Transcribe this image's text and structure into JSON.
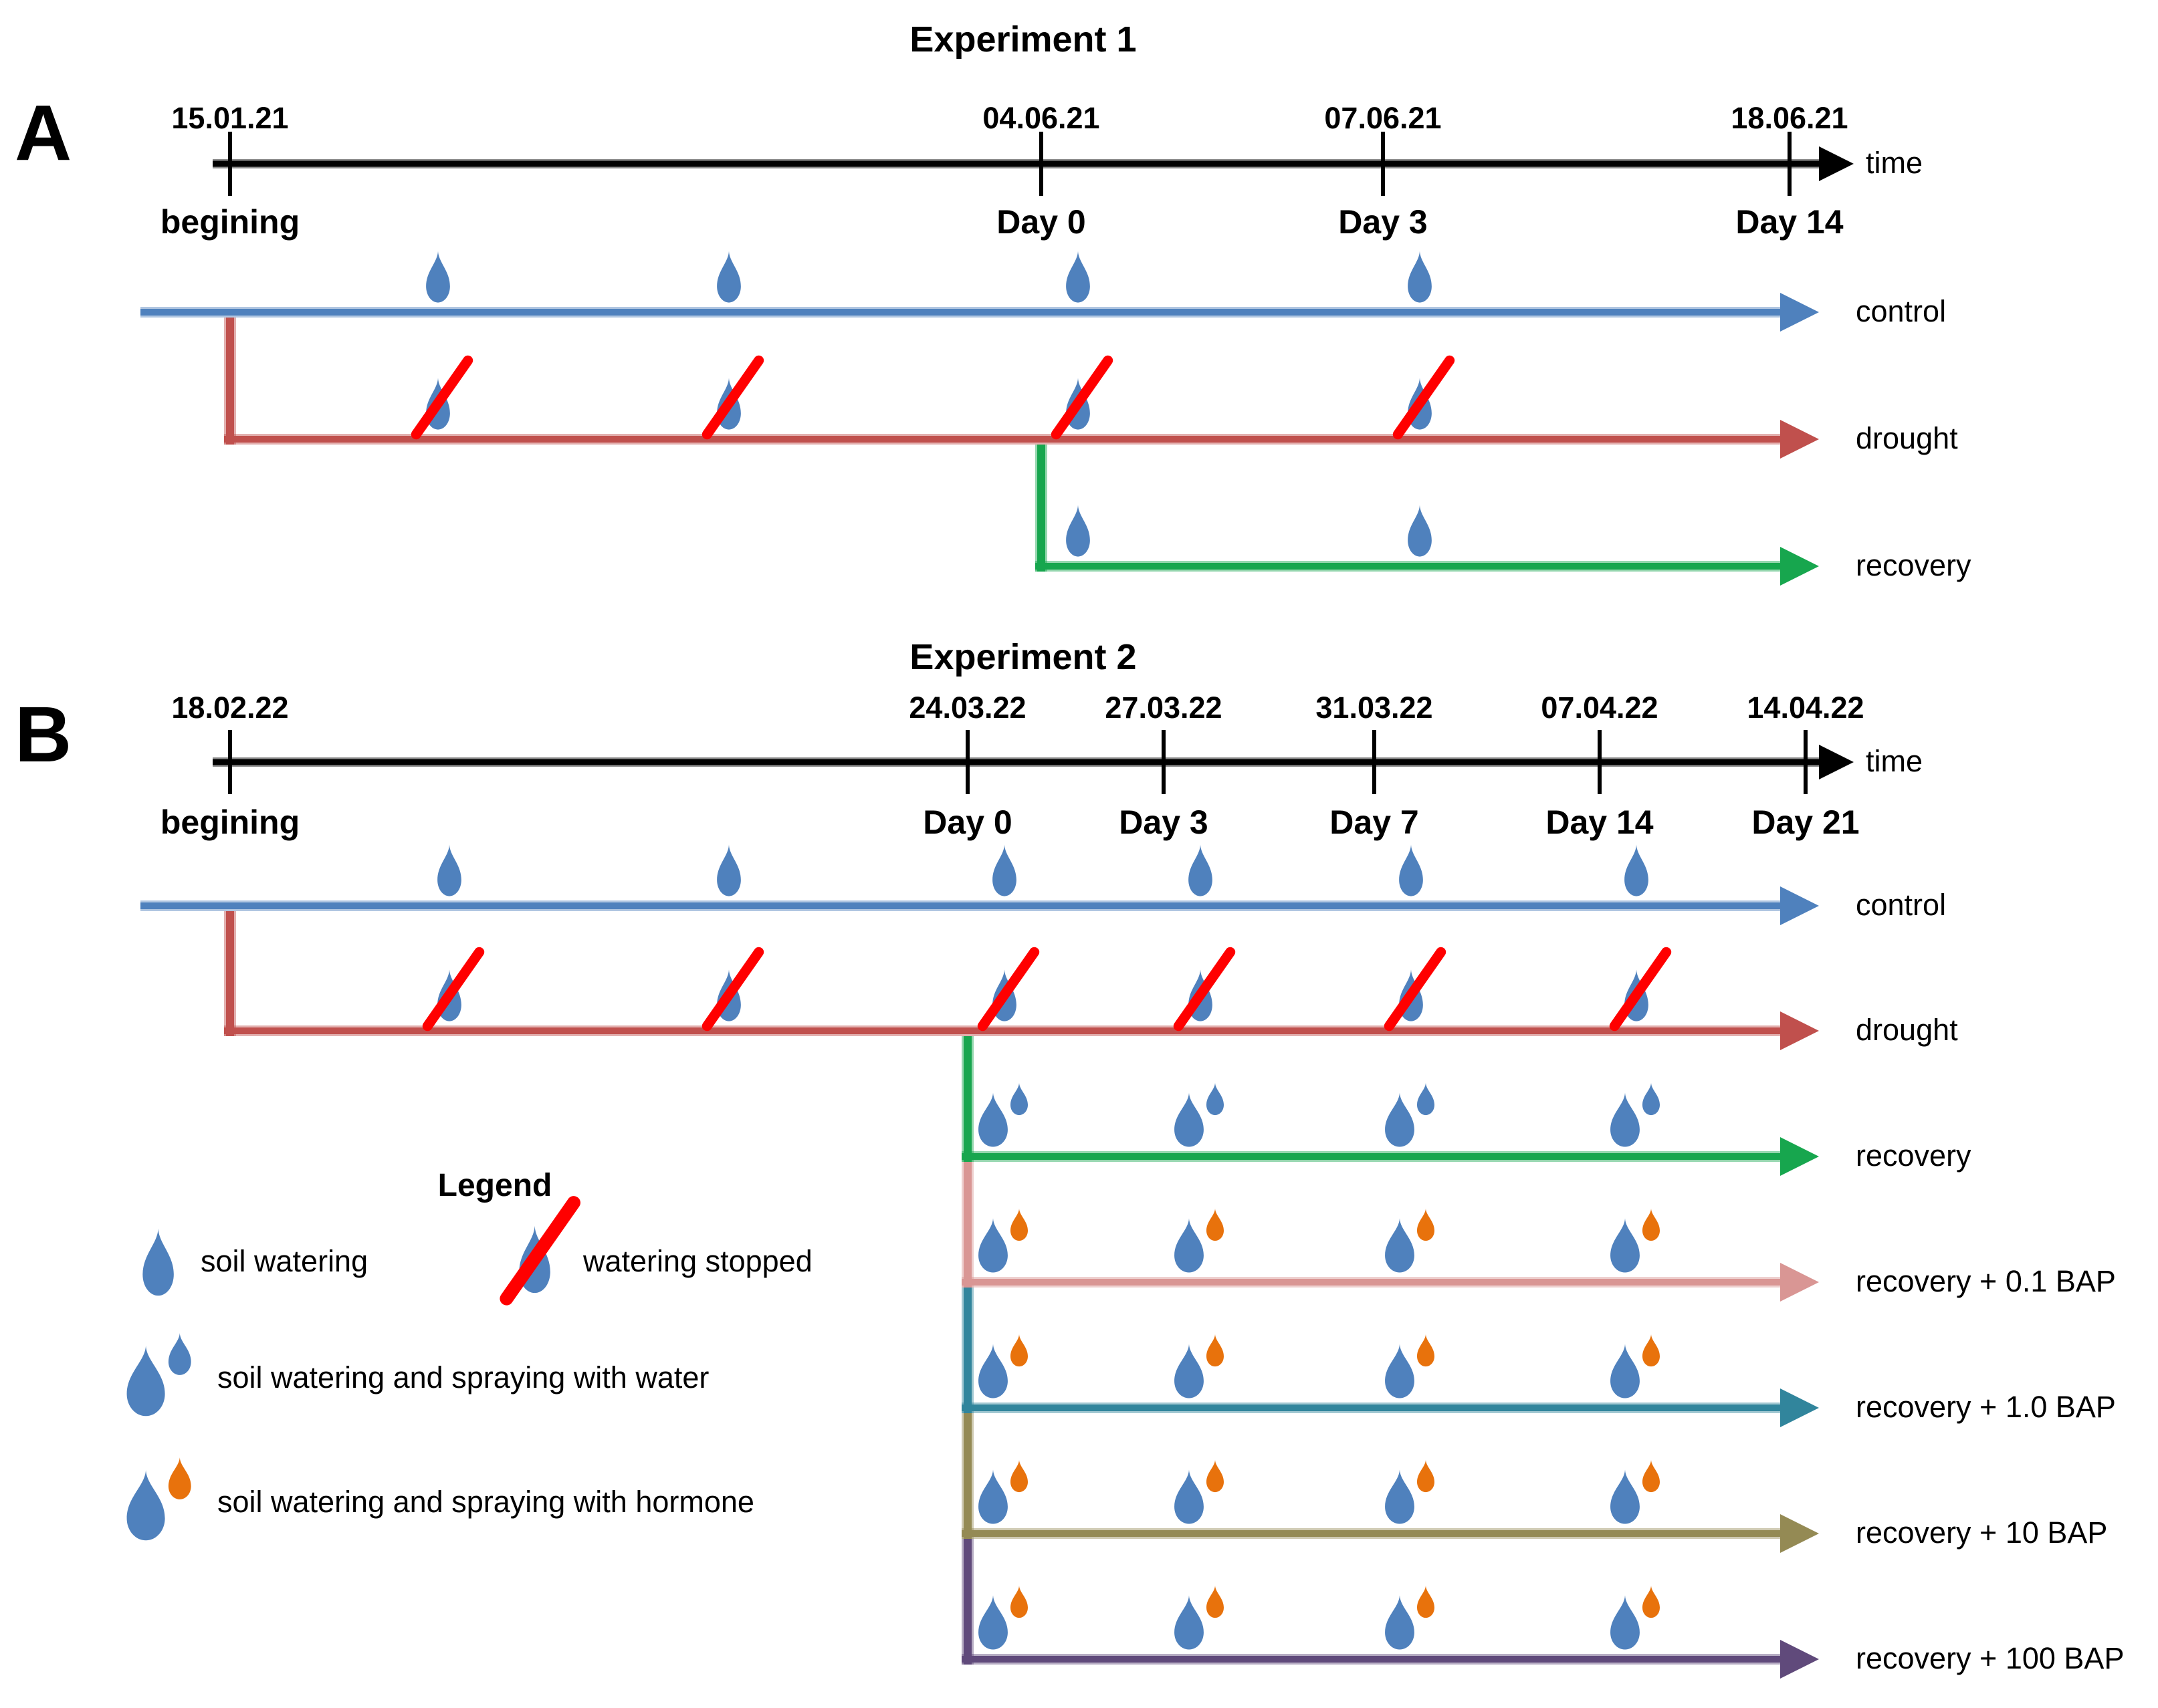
{
  "colors": {
    "axis_black": "#000000",
    "water_blue": "#4F81BD",
    "slash_red": "#FF0000",
    "hormone_orange": "#E8720C"
  },
  "panels": [
    {
      "letter": "A",
      "title": "Experiment 1",
      "time_label": "time",
      "ticks": [
        {
          "date": "15.01.21",
          "day": "begining"
        },
        {
          "date": "04.06.21",
          "day": "Day 0"
        },
        {
          "date": "07.06.21",
          "day": "Day 3"
        },
        {
          "date": "18.06.21",
          "day": "Day 14"
        }
      ],
      "rows": [
        {
          "label": "control",
          "color": "#4F81BD",
          "branch": null,
          "icon": "watering",
          "events": [
            "p1",
            "p2",
            "t1",
            "t2"
          ]
        },
        {
          "label": "drought",
          "color": "#C0504D",
          "branch": "t0",
          "icon": "stopped",
          "events": [
            "p1",
            "p2",
            "t1",
            "t2"
          ]
        },
        {
          "label": "recovery",
          "color": "#17A64E",
          "branch": "t1",
          "icon": "watering",
          "events": [
            "t1",
            "t2"
          ]
        }
      ]
    },
    {
      "letter": "B",
      "title": "Experiment 2",
      "time_label": "time",
      "ticks": [
        {
          "date": "18.02.22",
          "day": "begining"
        },
        {
          "date": "24.03.22",
          "day": "Day 0"
        },
        {
          "date": "27.03.22",
          "day": "Day 3"
        },
        {
          "date": "31.03.22",
          "day": "Day 7"
        },
        {
          "date": "07.04.22",
          "day": "Day 14"
        },
        {
          "date": "14.04.22",
          "day": "Day 21"
        }
      ],
      "rows": [
        {
          "label": "control",
          "color": "#4F81BD",
          "branch": null,
          "icon": "watering",
          "events": [
            "p1",
            "p2",
            "t1",
            "t2",
            "t3",
            "t4"
          ]
        },
        {
          "label": "drought",
          "color": "#C0504D",
          "branch": "t0",
          "icon": "stopped",
          "events": [
            "p1",
            "p2",
            "t1",
            "t2",
            "t3",
            "t4"
          ]
        },
        {
          "label": "recovery",
          "color": "#17A64E",
          "branch": "t1",
          "icon": "spray-water",
          "events": [
            "t1",
            "t2",
            "t3",
            "t4"
          ]
        },
        {
          "label": "recovery + 0.1 BAP",
          "color": "#D99694",
          "branch": "t1",
          "icon": "spray-hormone",
          "events": [
            "t1",
            "t2",
            "t3",
            "t4"
          ]
        },
        {
          "label": "recovery + 1.0 BAP",
          "color": "#31859C",
          "branch": "t1",
          "icon": "spray-hormone",
          "events": [
            "t1",
            "t2",
            "t3",
            "t4"
          ]
        },
        {
          "label": "recovery + 10 BAP",
          "color": "#948A54",
          "branch": "t1",
          "icon": "spray-hormone",
          "events": [
            "t1",
            "t2",
            "t3",
            "t4"
          ]
        },
        {
          "label": "recovery + 100 BAP",
          "color": "#604A7B",
          "branch": "t1",
          "icon": "spray-hormone",
          "events": [
            "t1",
            "t2",
            "t3",
            "t4"
          ]
        }
      ]
    }
  ],
  "legend": {
    "title": "Legend",
    "items": [
      {
        "icon": "watering",
        "label": "soil watering"
      },
      {
        "icon": "stopped",
        "label": "watering stopped"
      },
      {
        "icon": "spray-water",
        "label": "soil watering and spraying with water"
      },
      {
        "icon": "spray-hormone",
        "label": "soil watering and spraying with hormone"
      }
    ]
  }
}
